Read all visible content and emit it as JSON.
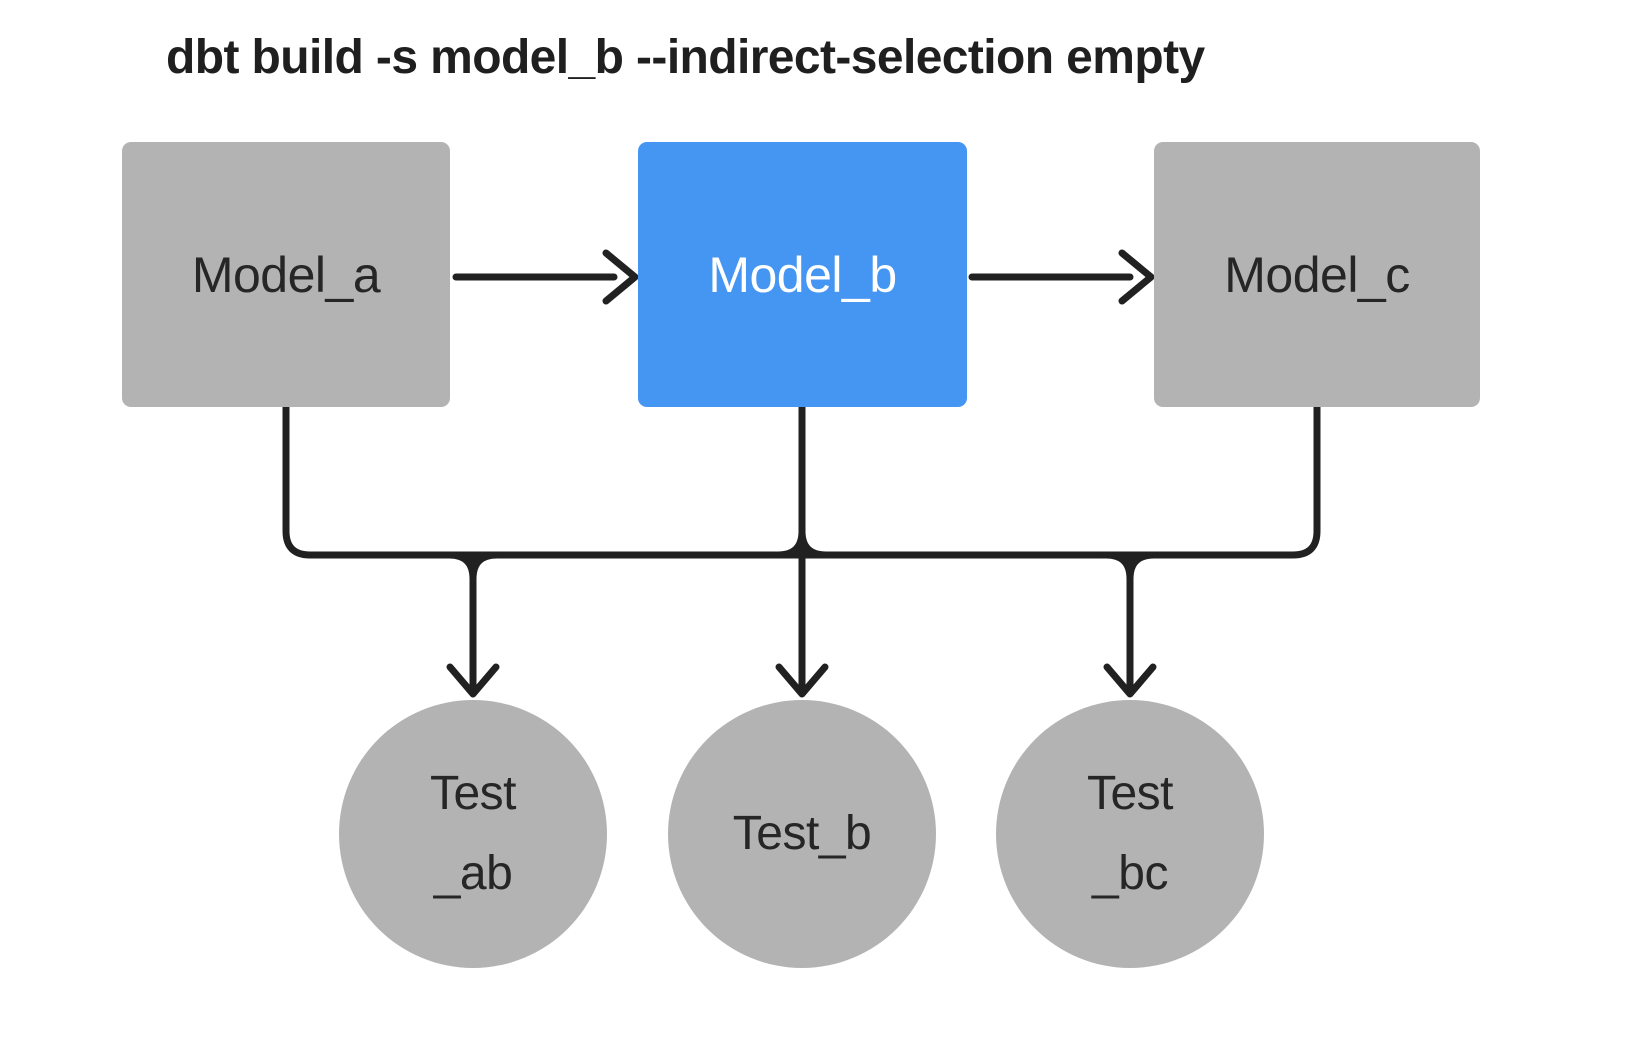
{
  "title": "dbt build -s model_b --indirect-selection empty",
  "diagram": {
    "models": [
      {
        "id": "model_a",
        "label": "Model_a",
        "selected": false
      },
      {
        "id": "model_b",
        "label": "Model_b",
        "selected": true
      },
      {
        "id": "model_c",
        "label": "Model_c",
        "selected": false
      }
    ],
    "tests": [
      {
        "id": "test_ab",
        "label_lines": [
          "Test",
          "_ab"
        ]
      },
      {
        "id": "test_b",
        "label_lines": [
          "Test_b"
        ]
      },
      {
        "id": "test_bc",
        "label_lines": [
          "Test",
          "_bc"
        ]
      }
    ],
    "edges": [
      {
        "from": "model_a",
        "to": "model_b"
      },
      {
        "from": "model_b",
        "to": "model_c"
      },
      {
        "from": "model_a",
        "to": "test_ab"
      },
      {
        "from": "model_b",
        "to": "test_ab"
      },
      {
        "from": "model_b",
        "to": "test_b"
      },
      {
        "from": "model_b",
        "to": "test_bc"
      },
      {
        "from": "model_c",
        "to": "test_bc"
      }
    ]
  },
  "colors": {
    "node-gray": "#b3b3b3",
    "node-selected-blue": "#4596f3",
    "edge-black": "#212121",
    "label-dark": "#262626",
    "label-light": "#ffffff",
    "background": "#ffffff",
    "title-color": "#1f1f1f"
  }
}
